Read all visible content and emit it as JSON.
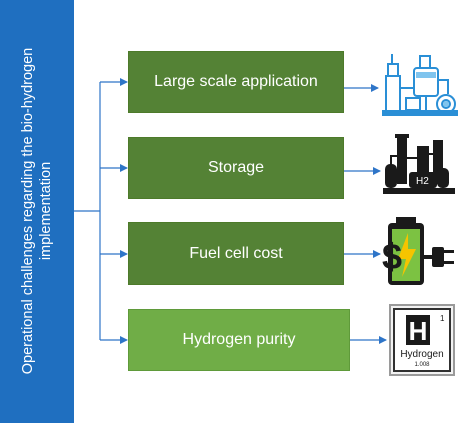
{
  "sidebar": {
    "line1": "Operational challenges regarding the bio-hydrogen",
    "line2": "implementation"
  },
  "items": [
    {
      "label": "Large scale application",
      "icon": "industrial-plant-icon"
    },
    {
      "label": "Storage",
      "icon": "hydrogen-storage-tanks-icon"
    },
    {
      "label": "Fuel cell cost",
      "icon": "battery-dollar-plug-icon"
    },
    {
      "label": "Hydrogen purity",
      "icon": "hydrogen-element-icon"
    }
  ],
  "element_tile": {
    "number": "1",
    "symbol": "H",
    "name": "Hydrogen",
    "mass": "1.008"
  },
  "tank_label": "H2",
  "colors": {
    "sidebar": "#1f6fc0",
    "box_dark": "#548235",
    "box_light": "#70ad47",
    "connector": "#2e75c8",
    "battery_fill": "#7cc242",
    "bolt": "#f5c400",
    "plant": "#2a8fd6"
  }
}
